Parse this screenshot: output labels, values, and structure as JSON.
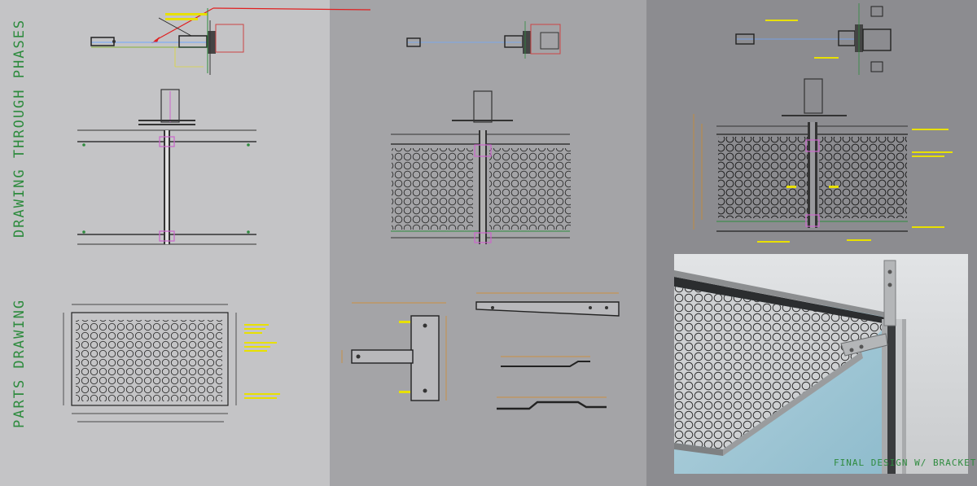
{
  "titles": {
    "phases": "DRAWING THROUGH PHASES",
    "parts": "PARTS DRAWING"
  },
  "render": {
    "caption": "FINAL DESIGN W/ BRACKET"
  },
  "colors": {
    "title_green": "#2e8b3e",
    "panel_light": "#c4c4c6",
    "panel_mid": "#a4a4a7",
    "panel_dark": "#8c8c90",
    "annotation_red": "#e02020",
    "annotation_yellow": "#e8e000",
    "dimension_orange": "#d88a20"
  }
}
